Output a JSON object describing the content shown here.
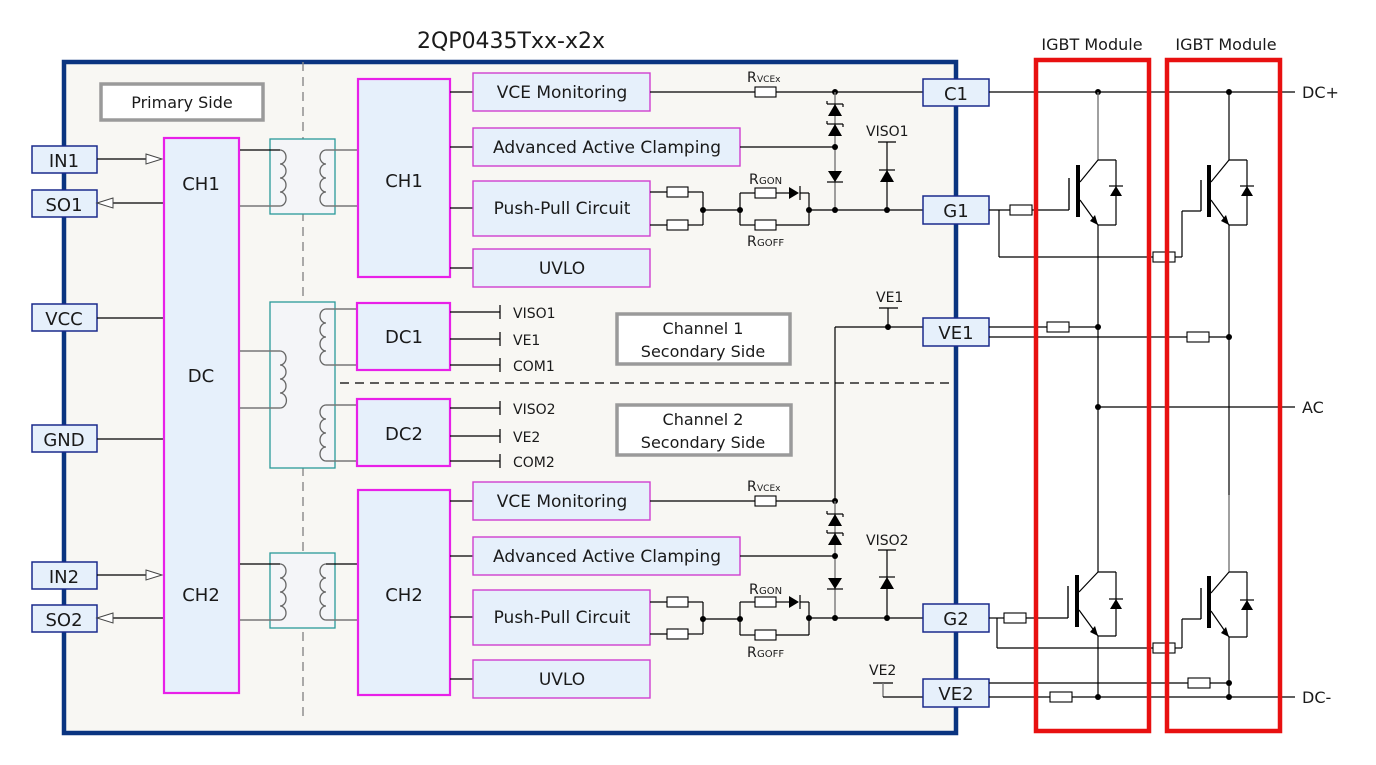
{
  "title": "2QP0435Txx-x2x",
  "labels": {
    "primary_side": "Primary Side",
    "channel1_secondary": [
      "Channel 1",
      "Secondary Side"
    ],
    "channel2_secondary": [
      "Channel 2",
      "Secondary Side"
    ],
    "igbt_module_1": "IGBT Module",
    "igbt_module_2": "IGBT Module"
  },
  "primary_pins": {
    "in1": "IN1",
    "so1": "SO1",
    "vcc": "VCC",
    "gnd": "GND",
    "in2": "IN2",
    "so2": "SO2"
  },
  "primary_block": {
    "ch1": "CH1",
    "dc": "DC",
    "ch2": "CH2"
  },
  "secondary_blocks": {
    "ch1": "CH1",
    "ch2": "CH2",
    "dc1": "DC1",
    "dc2": "DC2"
  },
  "functions_ch1": [
    "VCE Monitoring",
    "Advanced Active Clamping",
    "Push-Pull Circuit",
    "UVLO"
  ],
  "functions_ch2": [
    "VCE Monitoring",
    "Advanced Active Clamping",
    "Push-Pull Circuit",
    "UVLO"
  ],
  "dc1_outputs": [
    "VISO1",
    "VE1",
    "COM1"
  ],
  "dc2_outputs": [
    "VISO2",
    "VE2",
    "COM2"
  ],
  "components": {
    "rvcex_main": "R",
    "rvcex_sub": "VCEx",
    "rgon_main": "R",
    "rgon_sub": "GON",
    "rgoff_main": "R",
    "rgoff_sub": "GOFF",
    "viso1": "VISO1",
    "viso2": "VISO2",
    "ve1": "VE1",
    "ve2": "VE2"
  },
  "output_pins": {
    "c1": "C1",
    "g1": "G1",
    "ve1": "VE1",
    "g2": "G2",
    "ve2": "VE2"
  },
  "terminals": {
    "dc_plus": "DC+",
    "ac": "AC",
    "dc_minus": "DC-"
  }
}
